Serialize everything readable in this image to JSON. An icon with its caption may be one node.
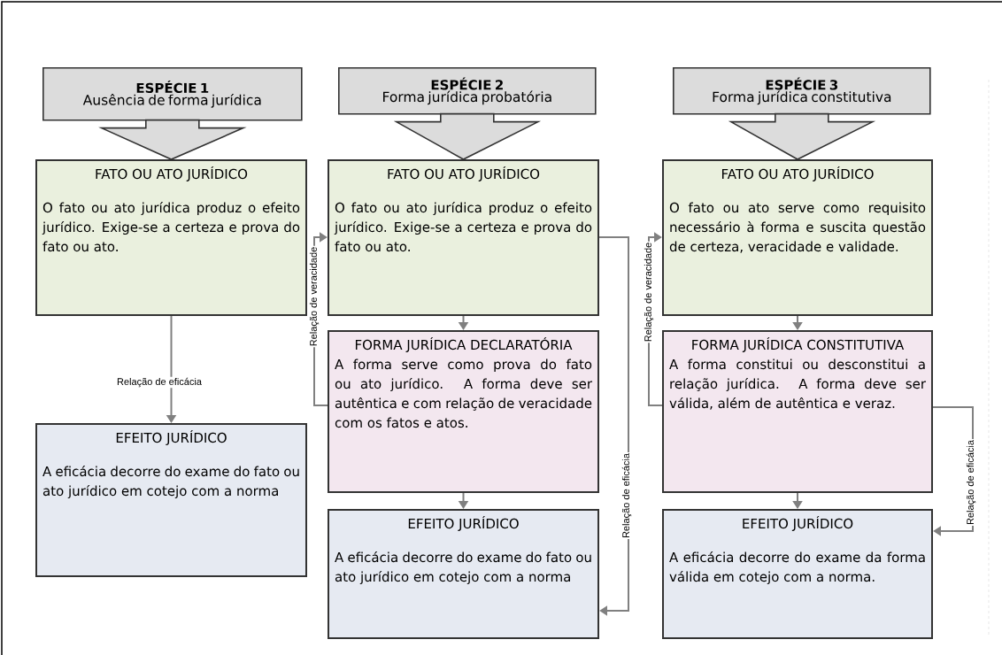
{
  "diagram": {
    "nodes": [
      {
        "text": [
          "ESPÉCIE 1",
          "Ausência de forma jurídica"
        ]
      },
      {
        "text": [
          "FATO OU ATO JURÍDICO",
          "O fato ou ato jurídica produz o efeito jurídico. Exige-se a certeza e prova do fato ou ato."
        ]
      },
      {
        "text": [
          "EFEITO JURÍDICO",
          "A eficácia decorre do exame do fato ou ato jurídico em cotejo com a norma"
        ]
      },
      {
        "text": [
          "ESPÉCIE 2",
          "Forma jurídica probatória"
        ]
      },
      {
        "text": [
          "FATO OU ATO JURÍDICO",
          "O fato ou ato jurídica produz o efeito jurídico. Exige-se a certeza e prova do fato ou ato."
        ]
      },
      {
        "text": [
          "FORMA JURÍDICA DECLARATÓRIA",
          "A forma serve como prova do fato ou ato jurídico. A forma deve ser autêntica e com relação de veracidade com os fatos e atos."
        ]
      },
      {
        "text": [
          "EFEITO JURÍDICO",
          "A eficácia decorre do exame do fato ou ato jurídico em cotejo com a norma"
        ]
      },
      {
        "text": [
          "ESPÉCIE 3",
          "Forma jurídica constitutiva"
        ]
      },
      {
        "text": [
          "FATO OU ATO JURÍDICO",
          "O fato ou ato serve como requisito necessário à forma e suscita questão de certeza, veracidade e validade."
        ]
      },
      {
        "text": [
          "FORMA JURÍDICA CONSTITUTIVA",
          "A forma constitui ou desconstitui a relação jurídica. A forma deve ser válida, além de autêntica e veraz."
        ]
      },
      {
        "text": [
          "EFEITO JURÍDICO",
          "A eficácia decorre do exame da forma válida em cotejo com a norma."
        ]
      }
    ],
    "edges": [
      {
        "from": 0,
        "to": 1,
        "arrow": "to",
        "style": "thick"
      },
      {
        "from": 1,
        "to": 2,
        "arrow": "to",
        "label": "Relação de eficácia"
      },
      {
        "from": 3,
        "to": 4,
        "arrow": "to",
        "style": "thick"
      },
      {
        "from": 4,
        "to": 5,
        "arrow": "to"
      },
      {
        "from": 5,
        "to": 6,
        "arrow": "to"
      },
      {
        "from": 5,
        "to": 4,
        "arrow": "to",
        "label": "Relação de veracidade"
      },
      {
        "from": 4,
        "to": 6,
        "arrow": "to",
        "label": "Relação de eficácia"
      },
      {
        "from": 7,
        "to": 8,
        "arrow": "to",
        "style": "thick"
      },
      {
        "from": 8,
        "to": 9,
        "arrow": "to"
      },
      {
        "from": 9,
        "to": 10,
        "arrow": "to"
      },
      {
        "from": 9,
        "to": 8,
        "arrow": "to",
        "label": "Relação de veracidade"
      },
      {
        "from": 9,
        "to": 10,
        "arrow": "to",
        "label": "Relação de eficácia"
      }
    ]
  }
}
